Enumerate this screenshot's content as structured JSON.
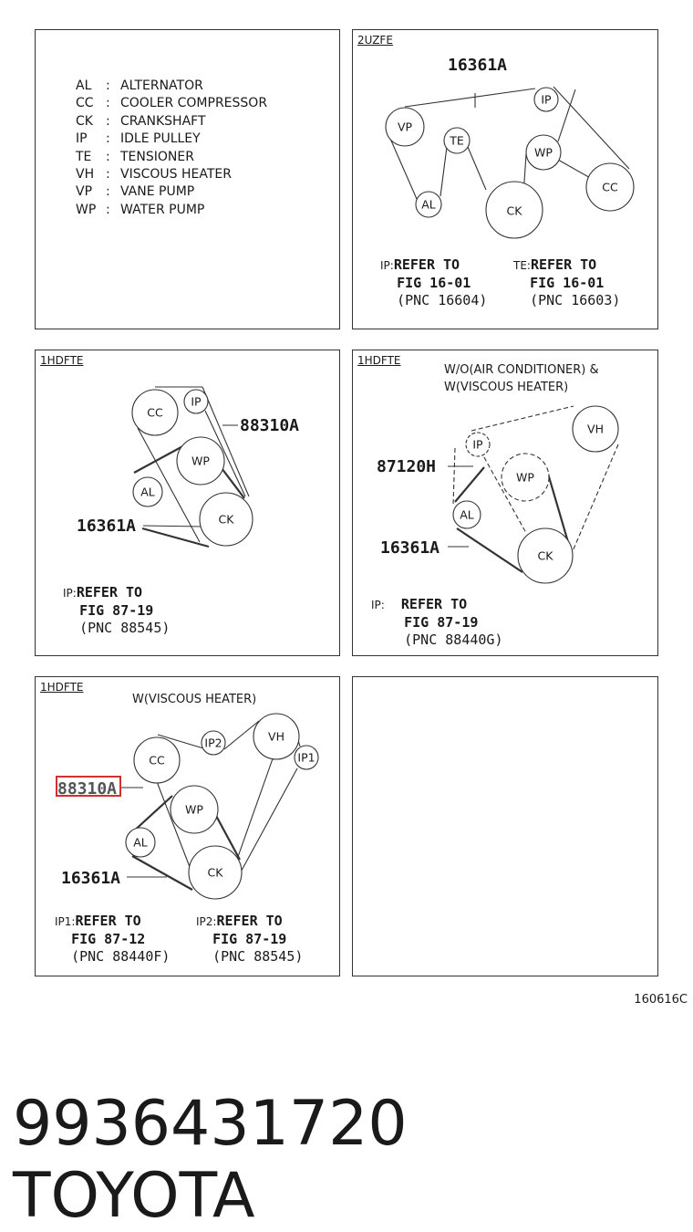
{
  "legend": [
    {
      "abbr": "AL",
      "name": "ALTERNATOR"
    },
    {
      "abbr": "CC",
      "name": "COOLER COMPRESSOR"
    },
    {
      "abbr": "CK",
      "name": "CRANKSHAFT"
    },
    {
      "abbr": "IP",
      "name": "IDLE PULLEY"
    },
    {
      "abbr": "TE",
      "name": "TENSIONER"
    },
    {
      "abbr": "VH",
      "name": "VISCOUS HEATER"
    },
    {
      "abbr": "VP",
      "name": "VANE PUMP"
    },
    {
      "abbr": "WP",
      "name": "WATER PUMP"
    }
  ],
  "legend_colon": ":",
  "panels": {
    "p2": {
      "tag": "2UZFE",
      "part": "16361A",
      "pulleys": [
        "VP",
        "AL",
        "TE",
        "CK",
        "WP",
        "IP",
        "CC"
      ],
      "note_ip": {
        "key": "IP:",
        "line1": "REFER TO",
        "line2": "FIG 16-01",
        "line3": "(PNC 16604)"
      },
      "note_te": {
        "key": "TE:",
        "line1": "REFER TO",
        "line2": "FIG 16-01",
        "line3": "(PNC 16603)"
      }
    },
    "p3": {
      "tag": "1HDFTE",
      "part_a": "88310A",
      "part_b": "16361A",
      "pulleys": [
        "CC",
        "IP",
        "WP",
        "AL",
        "CK"
      ],
      "note": {
        "key": "IP:",
        "line1": "REFER TO",
        "line2": "FIG 87-19",
        "line3": "(PNC 88545)"
      }
    },
    "p4": {
      "tag": "1HDFTE",
      "caption_1": "W/O(AIR CONDITIONER) &",
      "caption_2": "W(VISCOUS HEATER)",
      "part_a": "87120H",
      "part_b": "16361A",
      "pulleys": [
        "IP",
        "VH",
        "WP",
        "AL",
        "CK"
      ],
      "note": {
        "key": "IP:",
        "line1": "REFER TO",
        "line2": "FIG 87-19",
        "line3": "(PNC 88440G)"
      }
    },
    "p5": {
      "tag": "1HDFTE",
      "caption": "W(VISCOUS HEATER)",
      "part_a": "88310A",
      "part_b": "16361A",
      "pulleys": [
        "CC",
        "IP2",
        "VH",
        "IP1",
        "WP",
        "AL",
        "CK"
      ],
      "note_ip1": {
        "key": "IP1:",
        "line1": "REFER TO",
        "line2": "FIG 87-12",
        "line3": "(PNC 88440F)"
      },
      "note_ip2": {
        "key": "IP2:",
        "line1": "REFER TO",
        "line2": "FIG 87-19",
        "line3": "(PNC 88545)"
      }
    }
  },
  "figure_code": "160616C",
  "bottom": {
    "part_number": "9936431720",
    "brand": "TOYOTA"
  },
  "colors": {
    "highlight": "#d23030",
    "line": "#333333"
  }
}
